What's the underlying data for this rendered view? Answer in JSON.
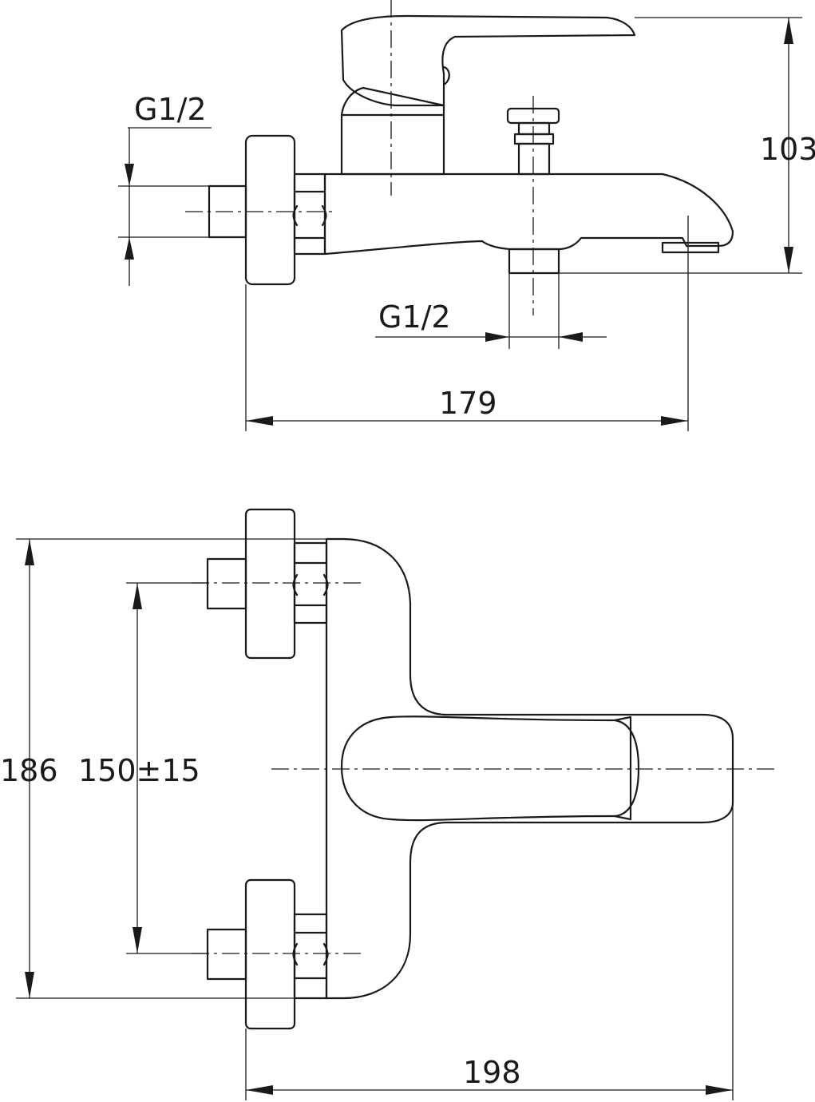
{
  "drawing": {
    "side_view": {
      "inlet_thread_label": "G1/2",
      "outlet_thread_label": "G1/2",
      "height_dim": "103",
      "width_dim": "179"
    },
    "top_view": {
      "overall_depth_dim": "186",
      "inlet_spacing_dim": "150±15",
      "overall_width_dim": "198"
    }
  }
}
